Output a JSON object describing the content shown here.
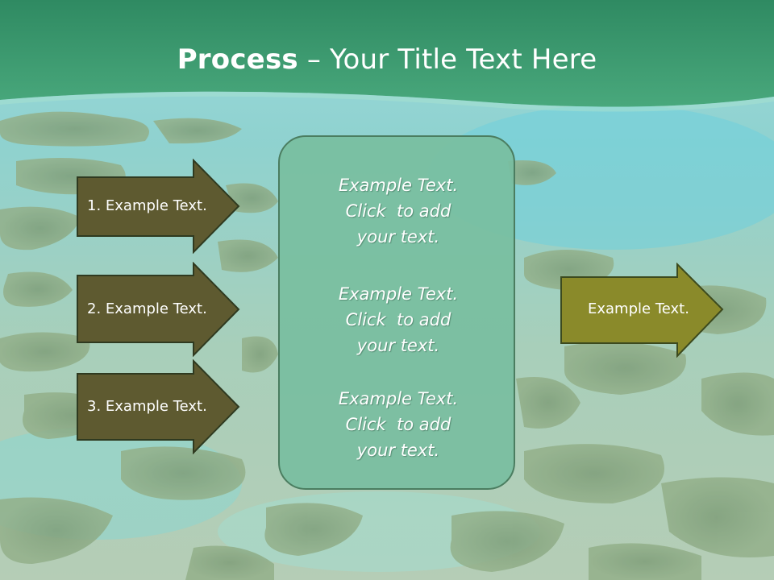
{
  "slide": {
    "title_bold": "Process",
    "title_rest": " – Your Title Text Here",
    "input_steps": [
      {
        "label": "1. Example Text."
      },
      {
        "label": "2. Example Text."
      },
      {
        "label": "3. Example Text."
      }
    ],
    "center_blocks": [
      {
        "lines": [
          "Example Text.",
          "Click  to add",
          "your text."
        ]
      },
      {
        "lines": [
          "Example Text.",
          "Click  to add",
          "your text."
        ]
      },
      {
        "lines": [
          "Example Text.",
          "Click  to add",
          "your text."
        ]
      }
    ],
    "output": {
      "label": "Example Text."
    }
  },
  "colors": {
    "header_green": "#3f9b72",
    "step_arrow_fill": "#5e5a30",
    "output_arrow_fill": "#8a8a2a",
    "center_box_fill": "#7cc0a2",
    "center_box_border": "#4b7d60"
  },
  "background": {
    "description_icon": "aerial-island-photo"
  }
}
